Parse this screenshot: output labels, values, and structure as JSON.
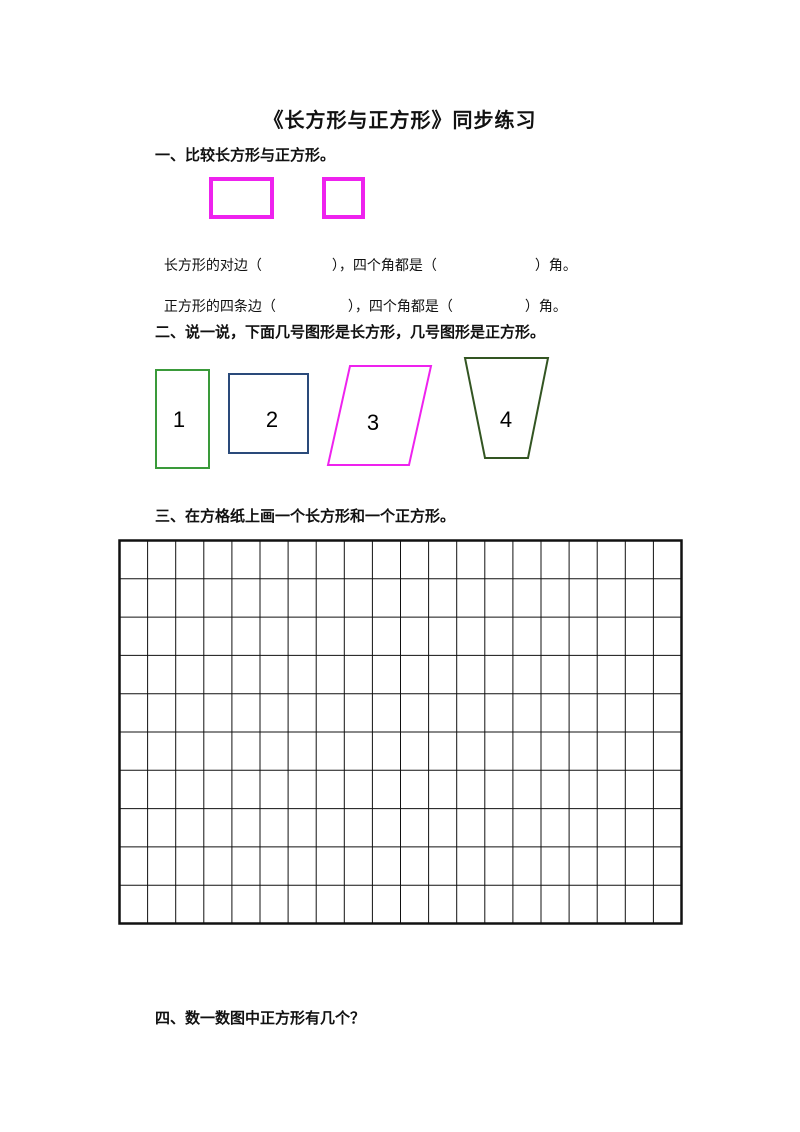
{
  "title": "《长方形与正方形》同步练习",
  "section1": {
    "heading": "一、比较长方形与正方形。",
    "sentence1": {
      "prefix": "长方形的对边（",
      "middle": "），四个角都是（",
      "suffix": "）角。"
    },
    "sentence2": {
      "prefix": "正方形的四条边（",
      "middle": "），四个角都是（",
      "suffix": "）角。"
    }
  },
  "section2": {
    "heading": "二、说一说，下面几号图形是长方形，几号图形是正方形。",
    "shapes": [
      {
        "number": "1",
        "color": "#3a9a3a"
      },
      {
        "number": "2",
        "color": "#2a4a7a"
      },
      {
        "number": "3",
        "color": "#ee22ee"
      },
      {
        "number": "4",
        "color": "#335522"
      }
    ]
  },
  "section3": {
    "heading": "三、在方格纸上画一个长方形和一个正方形。",
    "grid": {
      "columns": 20,
      "rows": 10
    }
  },
  "section4": {
    "heading": "四、数一数图中正方形有几个？"
  },
  "colors": {
    "accent": "#ee22ee"
  }
}
